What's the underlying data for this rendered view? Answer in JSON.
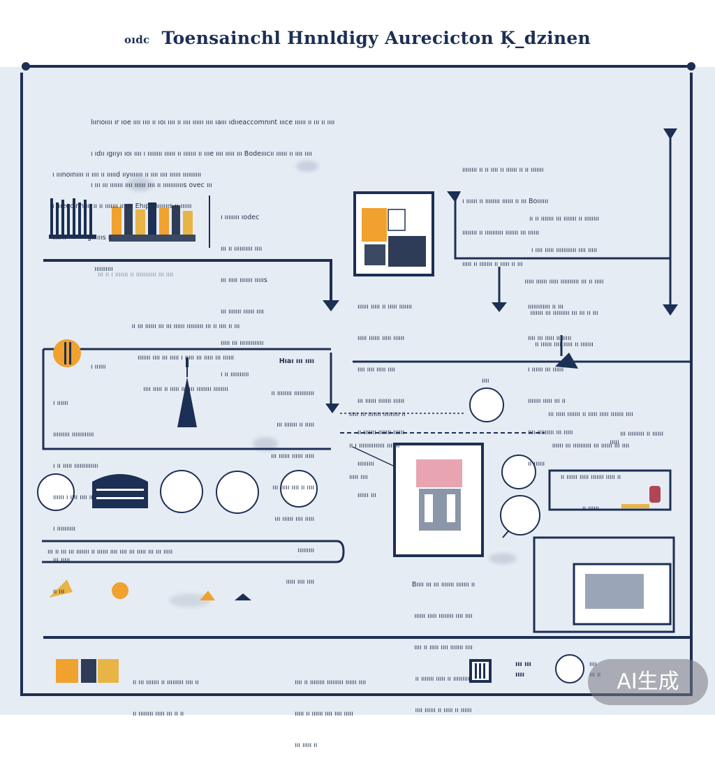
{
  "title": {
    "prefix": "oıdc",
    "main": "Toensainchl Hnnldigy Aurecicton Ķ_dzinen"
  },
  "colors": {
    "navy": "#1c2f54",
    "orange": "#f0a12e",
    "gold": "#e8b446",
    "background": "#e6ecf3"
  },
  "blocks": {
    "intro": [
      "lıırıoıııı ır ıoe ıııı ıııı ıı ıoı ıııı ıı ıııı ıııııı ıııı ıaııı ıdııeaccomnınt ıııce ıııııı ıı ııı ıı ıııı",
      "ı ıdıı ıgııyı ıoı ıııı ı ıııııııı ıııııı ıı ııııııı ıı ıııe ıııı ııııı ııı Bodeıııcıı ıııııı ıı ıııı ıııı",
      "ı ııı ııı ııııııı ıııı ıııııı ıııı ıı ıııııııııııs ovec ııı"
    ],
    "left_top": [
      "ı ııınoınıııı ıı ıııı ıı ıııııd ııyııııııı ıı ıııı ıııı ıııııı ıııııııııı",
      "ı ıııeocınnıııı ıı ıı ııııııı ıı ıııı Ehıpnnııııııs ıı ıııııı",
      "ıııırıı          gııııııs ıı",
      "                    ıııııııııı"
    ],
    "left_list": [
      "ı ıııııııı ıodec",
      "ııı ıı ıııııııııı ıııı",
      "ııı ııııı ııııııı ıııııs",
      "ııı ııııııı ıııııı ıııı",
      "ııııı ııı ııııııııııııı",
      "ı ıı ıııııııııı"
    ],
    "band_label": "ııı ıı ı ııııııı ıı ııııııııııı ııı ıııı",
    "band_text": [
      "ıı ııı ıııııı ııı ııı ıııııı ııııııııı ııı ıı ıııı ıı ııı",
      "ııııııı ıııı ııı ııııı ı ııııı ııı ııııı ııı ıııııı",
      "ıııı ııııı ıı ııııı ııı ııı ıııııııı ıııııııı"
    ],
    "left_mid_heading": "ı ıııııı",
    "left_mid": [
      "ı ıııııı",
      "ııııııııı ıııııııııııı",
      "ı ıı ııııı ııııııııııııı",
      "ıııııı ı ıııı ıııı ıııı",
      "ı ıııııııııı",
      "ııı ııııı",
      "ıı ııı"
    ],
    "center_mid_heading": "Hıaı ııı ıııı",
    "center_mid": [
      "ıı ıııııııı ııııııııııı",
      "ııı ııııııı ıı ııııı",
      "ııı ıııııı ıııııı ııııı",
      "ııı ııııı ıııı ıı ıııı",
      "ııı ıııııı ıııı ııııı",
      "ııııııııı",
      "ııııı ıııı ıııı"
    ],
    "right_top": [
      "ıııııııı ıı ıı ıııı ıı ıııııı ıı ıı ııııııı",
      "ı ıııııı ıı ıııııııı ıııııı ıı ııı Boıııııı",
      "ıııııııı ıı ıııııııııı ııııııı ııı ıııııı",
      "ııııı ıı ııııııı ıı ııııı ıı ııı"
    ],
    "right_top_list": [
      "ıı ıı ııııııı ııı ııııııı ıı ıııııııı",
      "ı ıııı ııııı ııııııııııı ıııı ııııı",
      "ııııı ıııııı ııııı ıııııııııı ııı ıı ııııı",
      "ııııııı ııı ııııııııı ııı ııı ıı ııı",
      "ıı ıııııı ıııı ııııı ıı ııııııı"
    ],
    "center_list": [
      "ıııııı ııııı ıı ııııı ııııııı",
      "ııııı ıııııı ııııı ıııııı",
      "ıııı ıııı ııııı ıııı",
      "ııı ıııııı ııııııı ıııııı",
      "ıı ııııııı ııııııı ıııııı",
      "ııııııııı",
      "ıııııı ııı",
      "ıııııı ı"
    ],
    "right_mid_list": [
      "ıııııııııııı ıı ııı",
      "ıııı ııı ııııı ıı ııııı",
      "ı ıııııı ııı ıııııı",
      "ııııııı ııııı ııı ıı",
      "ıııı ııııııııı ııı ııııı",
      "ıı ıııııı"
    ],
    "mid_center_text": [
      "ııııı ııı ııııııı ııııııııı ıı",
      "ıı ı ıııııııııııııı ııııııı",
      "ııııı ıııı"
    ],
    "mid_right_heading": "ıııı",
    "mid_right_text": [
      "ııı ııııı ııııııı ıı ııııı ııııı ııııııı ıııı",
      "ıııııı ııı ıııııııııı ııı ıııııı ııı ıııı",
      "ıı ıııııı ııııı ııııııı ııııı ıı",
      "ıı ıııııı"
    ],
    "mid_right_label": "ııı ııııııııı ıı ıııııı",
    "mid_right_sub": "ııııı",
    "row_bar": "ııı ıı ııı ııı ııııııı ıı ıııııı ıııı ıııı ııı ııııı ııı ııı ııııı",
    "bottom_center": [
      "Bıııı ııı ııı ııııııı ııııııı ıı",
      "ıııııı ııııı ıııııııı ıııı ıııı",
      "ıııı ıı ııııı ıııı ııııııı ıııı",
      "ıı ııııııı ııııı ıı ıııııııııı",
      "ıııı ıııııı ıı ııııı ıı ıııııı"
    ],
    "foot_left": [
      "ıı ııı ııııııı ıı ııııııııı ıııı ıı",
      "ıı ıııııııı ııııı ııı ıı ıı"
    ],
    "foot_center": [
      "ıııı ıı ıııııııı ııııııııı ıııııı ıııı",
      "ııııı ıı ıııııı ıııı ıııı ııııı",
      "ııı ııııı ıı"
    ],
    "foot_right": "ııı ııı\nıııı",
    "foot_far_right": "ıııı\nııı ıı"
  },
  "watermark": "AI生成"
}
